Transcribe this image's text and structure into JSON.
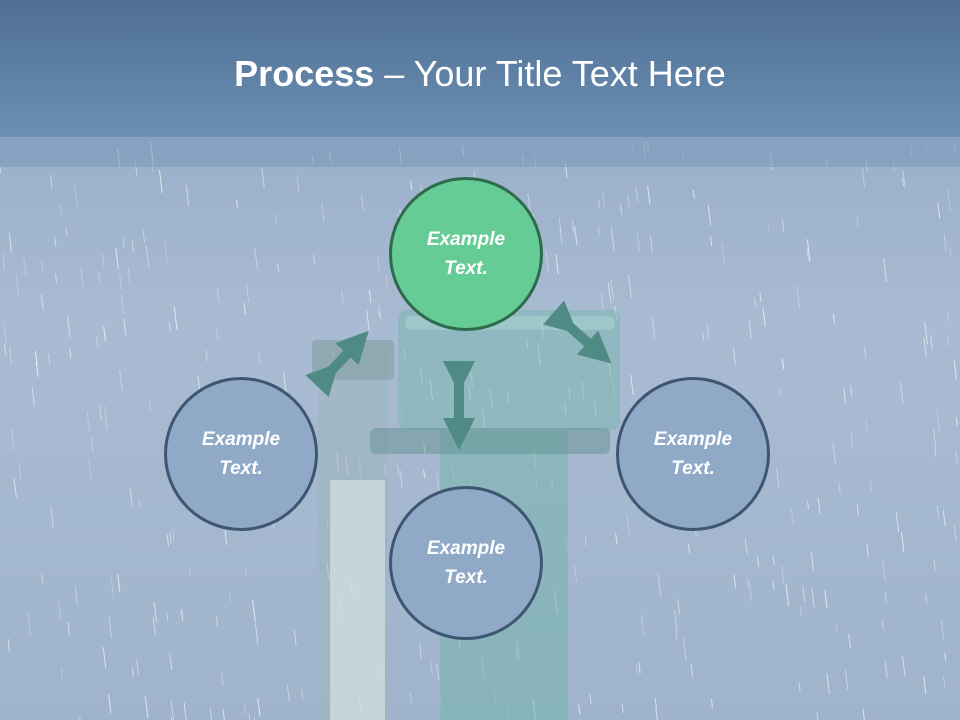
{
  "slide": {
    "title_bold": "Process",
    "title_sep": " – ",
    "title_rest": "Your Title Text Here"
  },
  "nodes": [
    {
      "id": "top",
      "label_line1": "Example",
      "label_line2": "Text."
    },
    {
      "id": "left",
      "label_line1": "Example",
      "label_line2": "Text."
    },
    {
      "id": "right",
      "label_line1": "Example",
      "label_line2": "Text."
    },
    {
      "id": "bottom",
      "label_line1": "Example",
      "label_line2": "Text."
    }
  ],
  "colors": {
    "header": "#5a7ca2",
    "node_fill": "#8fa9c6",
    "node_highlight": "#66cc95",
    "arrow": "#4f8a85"
  }
}
